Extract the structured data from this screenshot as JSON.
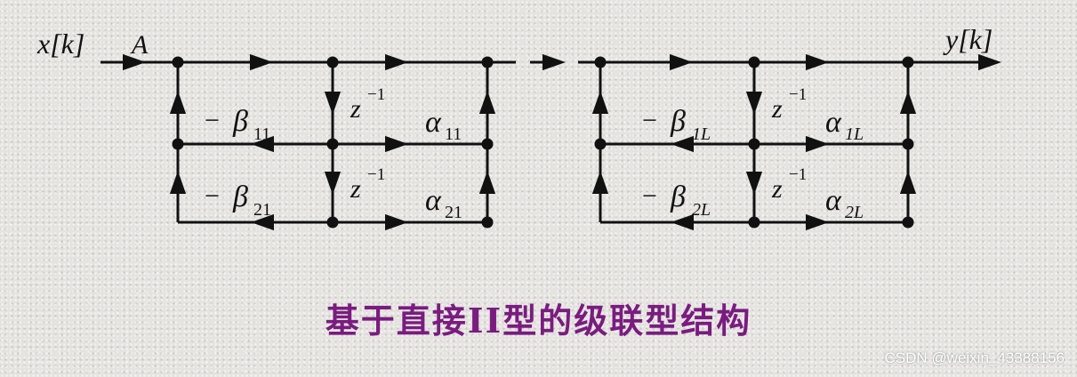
{
  "labels": {
    "input": "x[k]",
    "node_a": "A",
    "output": "y[k]",
    "delay_base": "z",
    "delay_exp": "−1",
    "minus": "−",
    "beta": "β",
    "alpha": "α",
    "sub_11": "11",
    "sub_21": "21",
    "sub_1L": "1L",
    "sub_2L": "2L"
  },
  "caption": "基于直接II型的级联型结构",
  "watermark": "CSDN @weixin_43388156",
  "colors": {
    "line": "#111111",
    "caption": "#7a1c7f"
  }
}
